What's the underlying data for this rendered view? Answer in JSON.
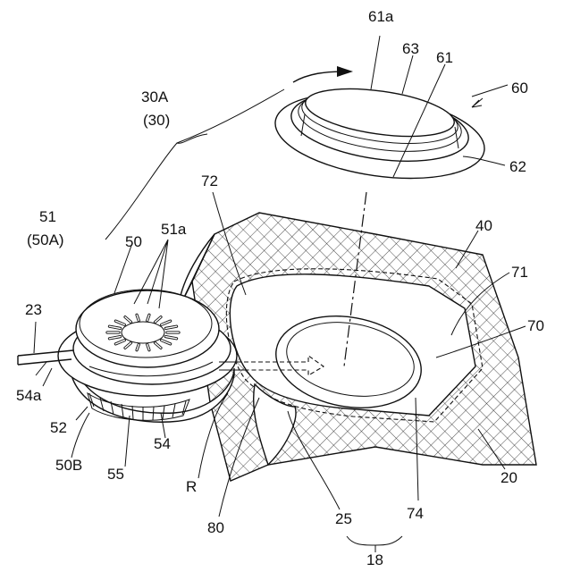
{
  "labels": {
    "l61a": "61a",
    "l63": "63",
    "l61": "61",
    "l60": "60",
    "l62": "62",
    "l30A": "30A",
    "l30": "(30)",
    "l72": "72",
    "l40": "40",
    "l71": "71",
    "l70": "70",
    "l51": "51",
    "l50A": "(50A)",
    "l50": "50",
    "l51a": "51a",
    "l23": "23",
    "l54a": "54a",
    "l52": "52",
    "l50B": "50B",
    "l55": "55",
    "l54": "54",
    "lR": "R",
    "l80": "80",
    "l25": "25",
    "l74": "74",
    "l20": "20",
    "l18": "18"
  },
  "colors": {
    "line": "#111111",
    "background": "#ffffff"
  }
}
